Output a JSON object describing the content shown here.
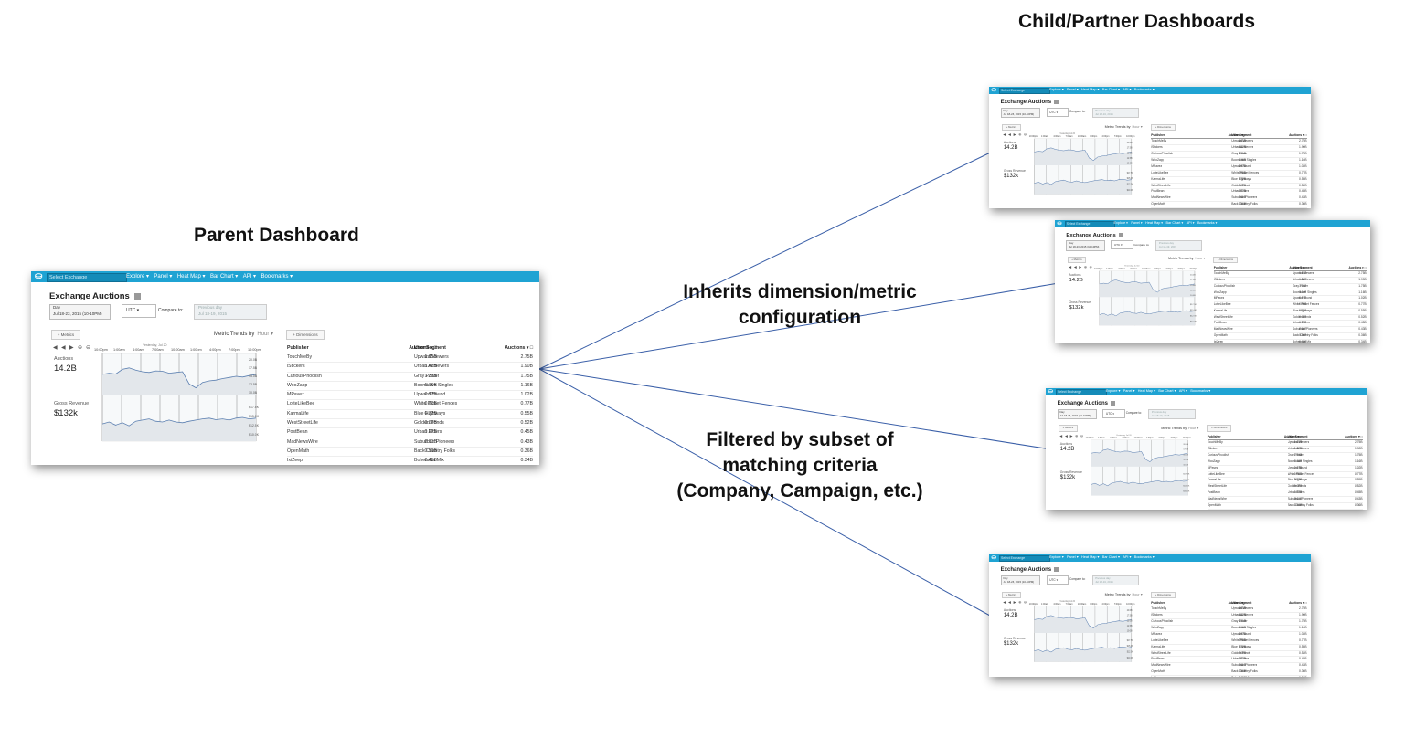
{
  "headings": {
    "children": "Child/Partner Dashboards",
    "parent": "Parent Dashboard"
  },
  "annotations": {
    "inherits": [
      "Inherits dimension/metric",
      "configuration"
    ],
    "filtered": [
      "Filtered by subset of",
      "matching criteria",
      "(Company, Campaign, etc.)"
    ]
  },
  "colors": {
    "toolbar": "#1fa3d3",
    "chart_fill": "#e6eaed",
    "chart_line": "#5b7fb0",
    "connector": "#3a5fa8"
  },
  "dashboard": {
    "logo": "⛀",
    "exchange_select": "Select Exchange",
    "menu": [
      "Explore ▾",
      "Panel ▾",
      "Heat Map ▾",
      "Bar Chart ▾",
      "API ▾",
      "Bookmarks ▾"
    ],
    "title": "Exchange Auctions",
    "date_label": "Day",
    "date_value": "Jul 18-23, 2015 (10-10PM)",
    "timezone": "UTC ▾",
    "compare_label": "Compare to:",
    "compare_placeholder": "Previous day",
    "compare_date": "Jul 18-19, 2015",
    "metrics_button": "+ Metrics",
    "dimensions_button": "+ Dimensions",
    "trend_label": "Metric Trends by",
    "trend_unit": "Hour ▾",
    "timeline_note": "Yesterday, Jul 20",
    "time_ticks": [
      "10:00pm",
      "1:00am",
      "4:00am",
      "7:00am",
      "10:00am",
      "1:00pm",
      "4:00pm",
      "7:00pm",
      "10:00pm"
    ],
    "y_ticks_top": [
      "20.0B",
      "17.5B",
      "15.0B",
      "12.5B",
      "10.0B"
    ],
    "y_ticks_bottom": [
      "$17.5K",
      "$15.0K",
      "$12.5K",
      "$10.0K"
    ],
    "metric1_label": "Auctions",
    "metric1_value": "14.2B",
    "metric2_label": "Gross Revenue",
    "metric2_value": "$132k",
    "table1": {
      "header": "Publisher",
      "metric": "Auctions ▾ □",
      "rows": [
        [
          "TouchMeBy",
          "1.65B"
        ],
        [
          "iStickers",
          "1.62B"
        ],
        [
          "CuriousPhoolish",
          "1.31B"
        ],
        [
          "WooZapp",
          "1.16B"
        ],
        [
          "MPavez",
          "0.97B"
        ],
        [
          "LotteLikeBee",
          "0.90B"
        ],
        [
          "KarmaLife",
          "0.72B"
        ],
        [
          "WestStreetLife",
          "0.68B"
        ],
        [
          "PostBean",
          "0.67B"
        ],
        [
          "MadNewsWire",
          "0.61B"
        ],
        [
          "OpenMath",
          "0.50B"
        ],
        [
          "IxiZeep",
          "0.45B"
        ]
      ]
    },
    "table2": {
      "header": "User Segment",
      "metric": "Auctions ▾ □",
      "rows": [
        [
          "Upward Viewers",
          "2.75B"
        ],
        [
          "Urban Achievers",
          "1.90B"
        ],
        [
          "Gray Power",
          "1.75B"
        ],
        [
          "Boomtown Singles",
          "1.16B"
        ],
        [
          "Upward Bound",
          "1.02B"
        ],
        [
          "White Picket Fences",
          "0.77B"
        ],
        [
          "Blue Highways",
          "0.55B"
        ],
        [
          "Golden Ponds",
          "0.52B"
        ],
        [
          "Urban Elders",
          "0.45B"
        ],
        [
          "Suburban Pioneers",
          "0.43B"
        ],
        [
          "Back Country Folks",
          "0.36B"
        ],
        [
          "Bohemian Mix",
          "0.34B"
        ]
      ]
    },
    "series": {
      "auctions": [
        0.55,
        0.58,
        0.56,
        0.68,
        0.72,
        0.66,
        0.62,
        0.6,
        0.64,
        0.63,
        0.58,
        0.6,
        0.62,
        0.3,
        0.2,
        0.34,
        0.38,
        0.4,
        0.44,
        0.47,
        0.5,
        0.48,
        0.52,
        0.55
      ],
      "revenue": [
        0.45,
        0.5,
        0.42,
        0.48,
        0.4,
        0.52,
        0.55,
        0.58,
        0.52,
        0.5,
        0.55,
        0.5,
        0.48,
        0.52,
        0.55,
        0.58,
        0.6,
        0.56,
        0.58,
        0.55,
        0.6,
        0.62,
        0.58,
        0.6
      ]
    }
  }
}
